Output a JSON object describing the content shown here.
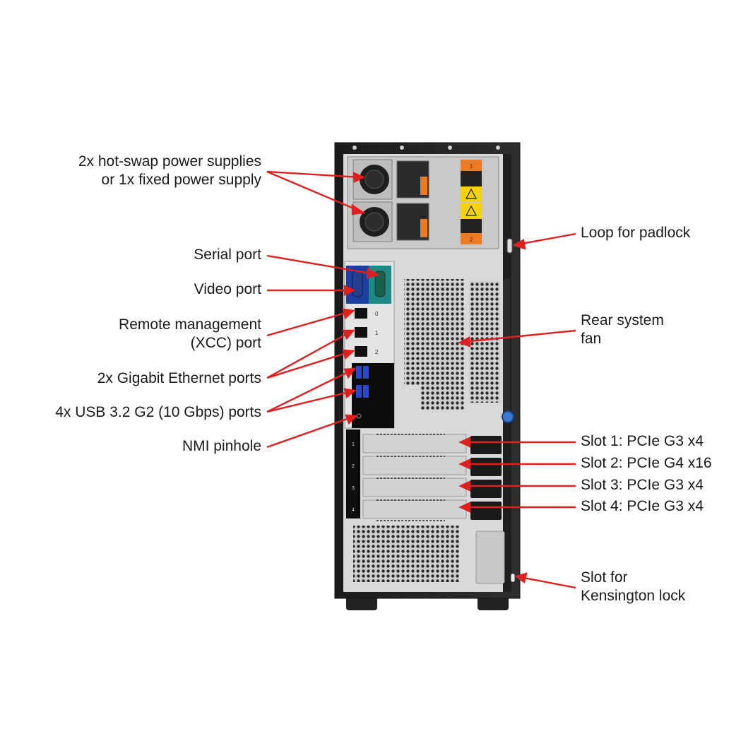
{
  "diagram": {
    "subject": "Tower server rear view",
    "arrow_color": "#e01f1f",
    "labels_left": [
      {
        "id": "psu",
        "lines": [
          "2x hot-swap power supplies",
          "or 1x fixed power supply"
        ]
      },
      {
        "id": "serial",
        "lines": [
          "Serial port"
        ]
      },
      {
        "id": "video",
        "lines": [
          "Video port"
        ]
      },
      {
        "id": "xcc",
        "lines": [
          "Remote management",
          "(XCC) port"
        ]
      },
      {
        "id": "gbe",
        "lines": [
          "2x Gigabit Ethernet ports"
        ]
      },
      {
        "id": "usb",
        "lines": [
          "4x USB 3.2 G2 (10 Gbps) ports"
        ]
      },
      {
        "id": "nmi",
        "lines": [
          "NMI pinhole"
        ]
      }
    ],
    "labels_right": [
      {
        "id": "padlock",
        "lines": [
          "Loop for padlock"
        ]
      },
      {
        "id": "fan",
        "lines": [
          "Rear system",
          "fan"
        ]
      },
      {
        "id": "slot1",
        "lines": [
          "Slot 1: PCIe G3 x4"
        ]
      },
      {
        "id": "slot2",
        "lines": [
          "Slot 2: PCIe G4 x16"
        ]
      },
      {
        "id": "slot3",
        "lines": [
          "Slot 3: PCIe G3 x4"
        ]
      },
      {
        "id": "slot4",
        "lines": [
          "Slot 4: PCIe G3 x4"
        ]
      },
      {
        "id": "kensington",
        "lines": [
          "Slot for",
          "Kensington lock"
        ]
      }
    ],
    "slot_numbers": [
      "1",
      "2",
      "3",
      "4"
    ],
    "nic_port_markers": [
      "0",
      "1",
      "2"
    ],
    "psu_bay_labels": [
      "1",
      "2"
    ]
  }
}
